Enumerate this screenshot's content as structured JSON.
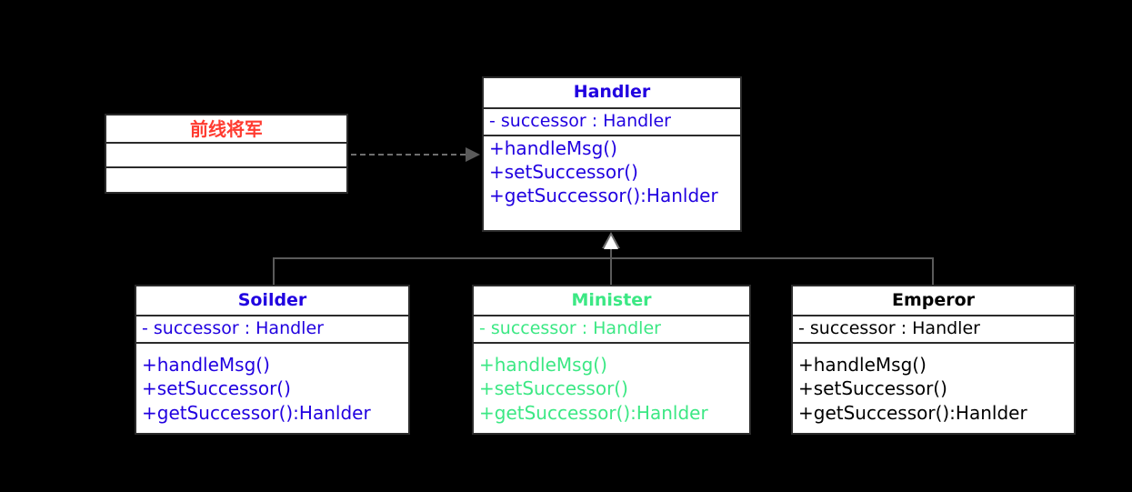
{
  "diagram": {
    "title": "Chain of Responsibility UML class diagram",
    "colors": {
      "background": "#000000",
      "box_fill": "#ffffff",
      "box_border": "#2b2b2b",
      "connector": "#5a5a5a",
      "blue": "#2000e0",
      "green": "#3ce884",
      "black": "#000000",
      "red": "#ff3b30"
    }
  },
  "classes": {
    "general": {
      "name": "前线将军",
      "color": "#ff3b30",
      "attributes": [],
      "operations": []
    },
    "handler": {
      "name": "Handler",
      "color": "#2000e0",
      "attributes": [
        "- successor : Handler"
      ],
      "operations": [
        "+handleMsg()",
        "+setSuccessor()",
        "+getSuccessor():Hanlder"
      ]
    },
    "soilder": {
      "name": "Soilder",
      "color": "#2000e0",
      "attributes": [
        "- successor : Handler"
      ],
      "operations": [
        "+handleMsg()",
        "+setSuccessor()",
        "+getSuccessor():Hanlder"
      ]
    },
    "minister": {
      "name": "Minister",
      "color": "#3ce884",
      "attributes": [
        "- successor : Handler"
      ],
      "operations": [
        "+handleMsg()",
        "+setSuccessor()",
        "+getSuccessor():Hanlder"
      ]
    },
    "emperor": {
      "name": "Emperor",
      "color": "#000000",
      "attributes": [
        "- successor : Handler"
      ],
      "operations": [
        "+handleMsg()",
        "+setSuccessor()",
        "+getSuccessor():Hanlder"
      ]
    }
  },
  "relations": [
    {
      "kind": "dependency",
      "style": "dashed-open-arrow",
      "from": "general",
      "to": "handler",
      "label": ""
    },
    {
      "kind": "generalization",
      "style": "solid-hollow-triangle",
      "from": "soilder",
      "to": "handler",
      "label": ""
    },
    {
      "kind": "generalization",
      "style": "solid-hollow-triangle",
      "from": "minister",
      "to": "handler",
      "label": ""
    },
    {
      "kind": "generalization",
      "style": "solid-hollow-triangle",
      "from": "emperor",
      "to": "handler",
      "label": ""
    }
  ]
}
